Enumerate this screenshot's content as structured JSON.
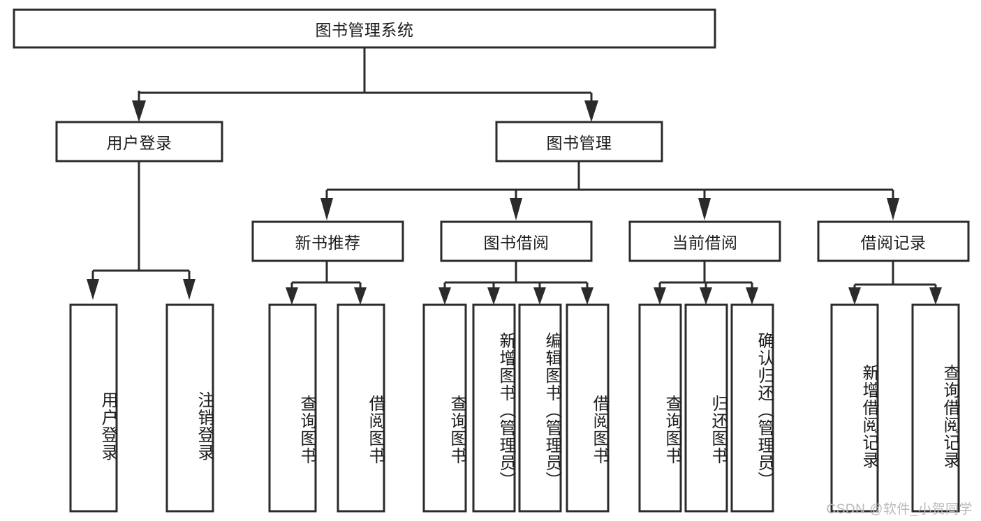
{
  "diagram": {
    "type": "tree-hierarchy",
    "title": "图书管理系统",
    "orientation": "top-down",
    "colors": {
      "stroke": "#2b2b2b",
      "fill": "#ffffff",
      "text": "#1c1c1c",
      "watermark": "#b9b9b9",
      "background": "#ffffff"
    },
    "root": {
      "id": "root",
      "label": "图书管理系统",
      "orientation": "horizontal"
    },
    "level1": [
      {
        "id": "user-login",
        "label": "用户登录",
        "orientation": "horizontal"
      },
      {
        "id": "book-manage",
        "label": "图书管理",
        "orientation": "horizontal"
      }
    ],
    "level2": [
      {
        "id": "new-book-rec",
        "label": "新书推荐",
        "orientation": "horizontal",
        "parent": "book-manage"
      },
      {
        "id": "book-borrow",
        "label": "图书借阅",
        "orientation": "horizontal",
        "parent": "book-manage"
      },
      {
        "id": "current-borrow",
        "label": "当前借阅",
        "orientation": "horizontal",
        "parent": "book-manage"
      },
      {
        "id": "borrow-record",
        "label": "借阅记录",
        "orientation": "horizontal",
        "parent": "book-manage"
      }
    ],
    "leaves": {
      "user-login": [
        {
          "id": "leaf-user-login",
          "label": "用户登录",
          "orientation": "vertical"
        },
        {
          "id": "leaf-logout",
          "label": "注销登录",
          "orientation": "vertical"
        }
      ],
      "new-book-rec": [
        {
          "id": "leaf-query-book-1",
          "label": "查询图书",
          "orientation": "vertical"
        },
        {
          "id": "leaf-borrow-book-1",
          "label": "借阅图书",
          "orientation": "vertical"
        }
      ],
      "book-borrow": [
        {
          "id": "leaf-query-book-2",
          "label": "查询图书",
          "orientation": "vertical"
        },
        {
          "id": "leaf-add-book",
          "label": "新增图书（管理员）",
          "orientation": "vertical"
        },
        {
          "id": "leaf-edit-book",
          "label": "编辑图书（管理员）",
          "orientation": "vertical"
        },
        {
          "id": "leaf-borrow-book-2",
          "label": "借阅图书",
          "orientation": "vertical"
        }
      ],
      "current-borrow": [
        {
          "id": "leaf-query-book-3",
          "label": "查询图书",
          "orientation": "vertical"
        },
        {
          "id": "leaf-return-book",
          "label": "归还图书",
          "orientation": "vertical"
        },
        {
          "id": "leaf-confirm-return",
          "label": "确认归还（管理员）",
          "orientation": "vertical"
        }
      ],
      "borrow-record": [
        {
          "id": "leaf-add-record",
          "label": "新增借阅记录",
          "orientation": "vertical"
        },
        {
          "id": "leaf-query-record",
          "label": "查询借阅记录",
          "orientation": "vertical"
        }
      ]
    }
  },
  "watermark": {
    "text": "CSDN @软件_小贺同学"
  }
}
